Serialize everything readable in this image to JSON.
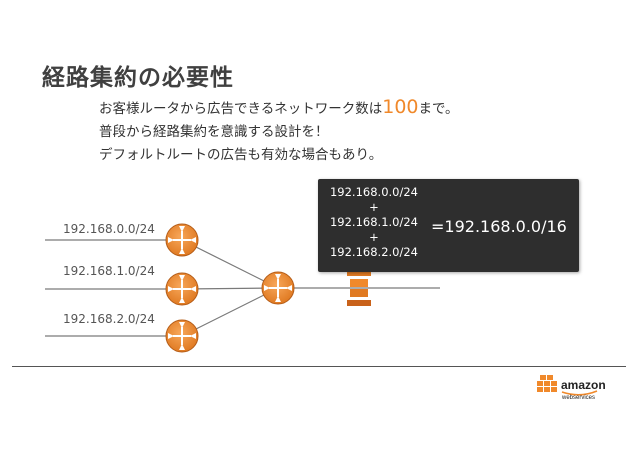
{
  "slide": {
    "title": "経路集約の必要性",
    "bullet1_pre": "お客様ルータから広告できるネットワーク数は",
    "bullet1_num": "100",
    "bullet1_post": "まで。",
    "bullet2": "普段から経路集約を意識する設計を！",
    "bullet3": "デフォルトルートの広告も有効な場合もあり。"
  },
  "diagram": {
    "subnets": [
      "192.168.0.0/24",
      "192.168.1.0/24",
      "192.168.2.0/24"
    ],
    "callout": {
      "line1": "192.168.0.0/24",
      "plus1": "+",
      "line2": "192.168.1.0/24",
      "plus2": "+",
      "line3": "192.168.2.0/24",
      "summary": "=192.168.0.0/16"
    }
  },
  "logo": {
    "word": "amazon",
    "sub": "webservices"
  },
  "colors": {
    "router": "#f0892b",
    "router_dark": "#c9621a",
    "arrow": "#f0892b"
  }
}
